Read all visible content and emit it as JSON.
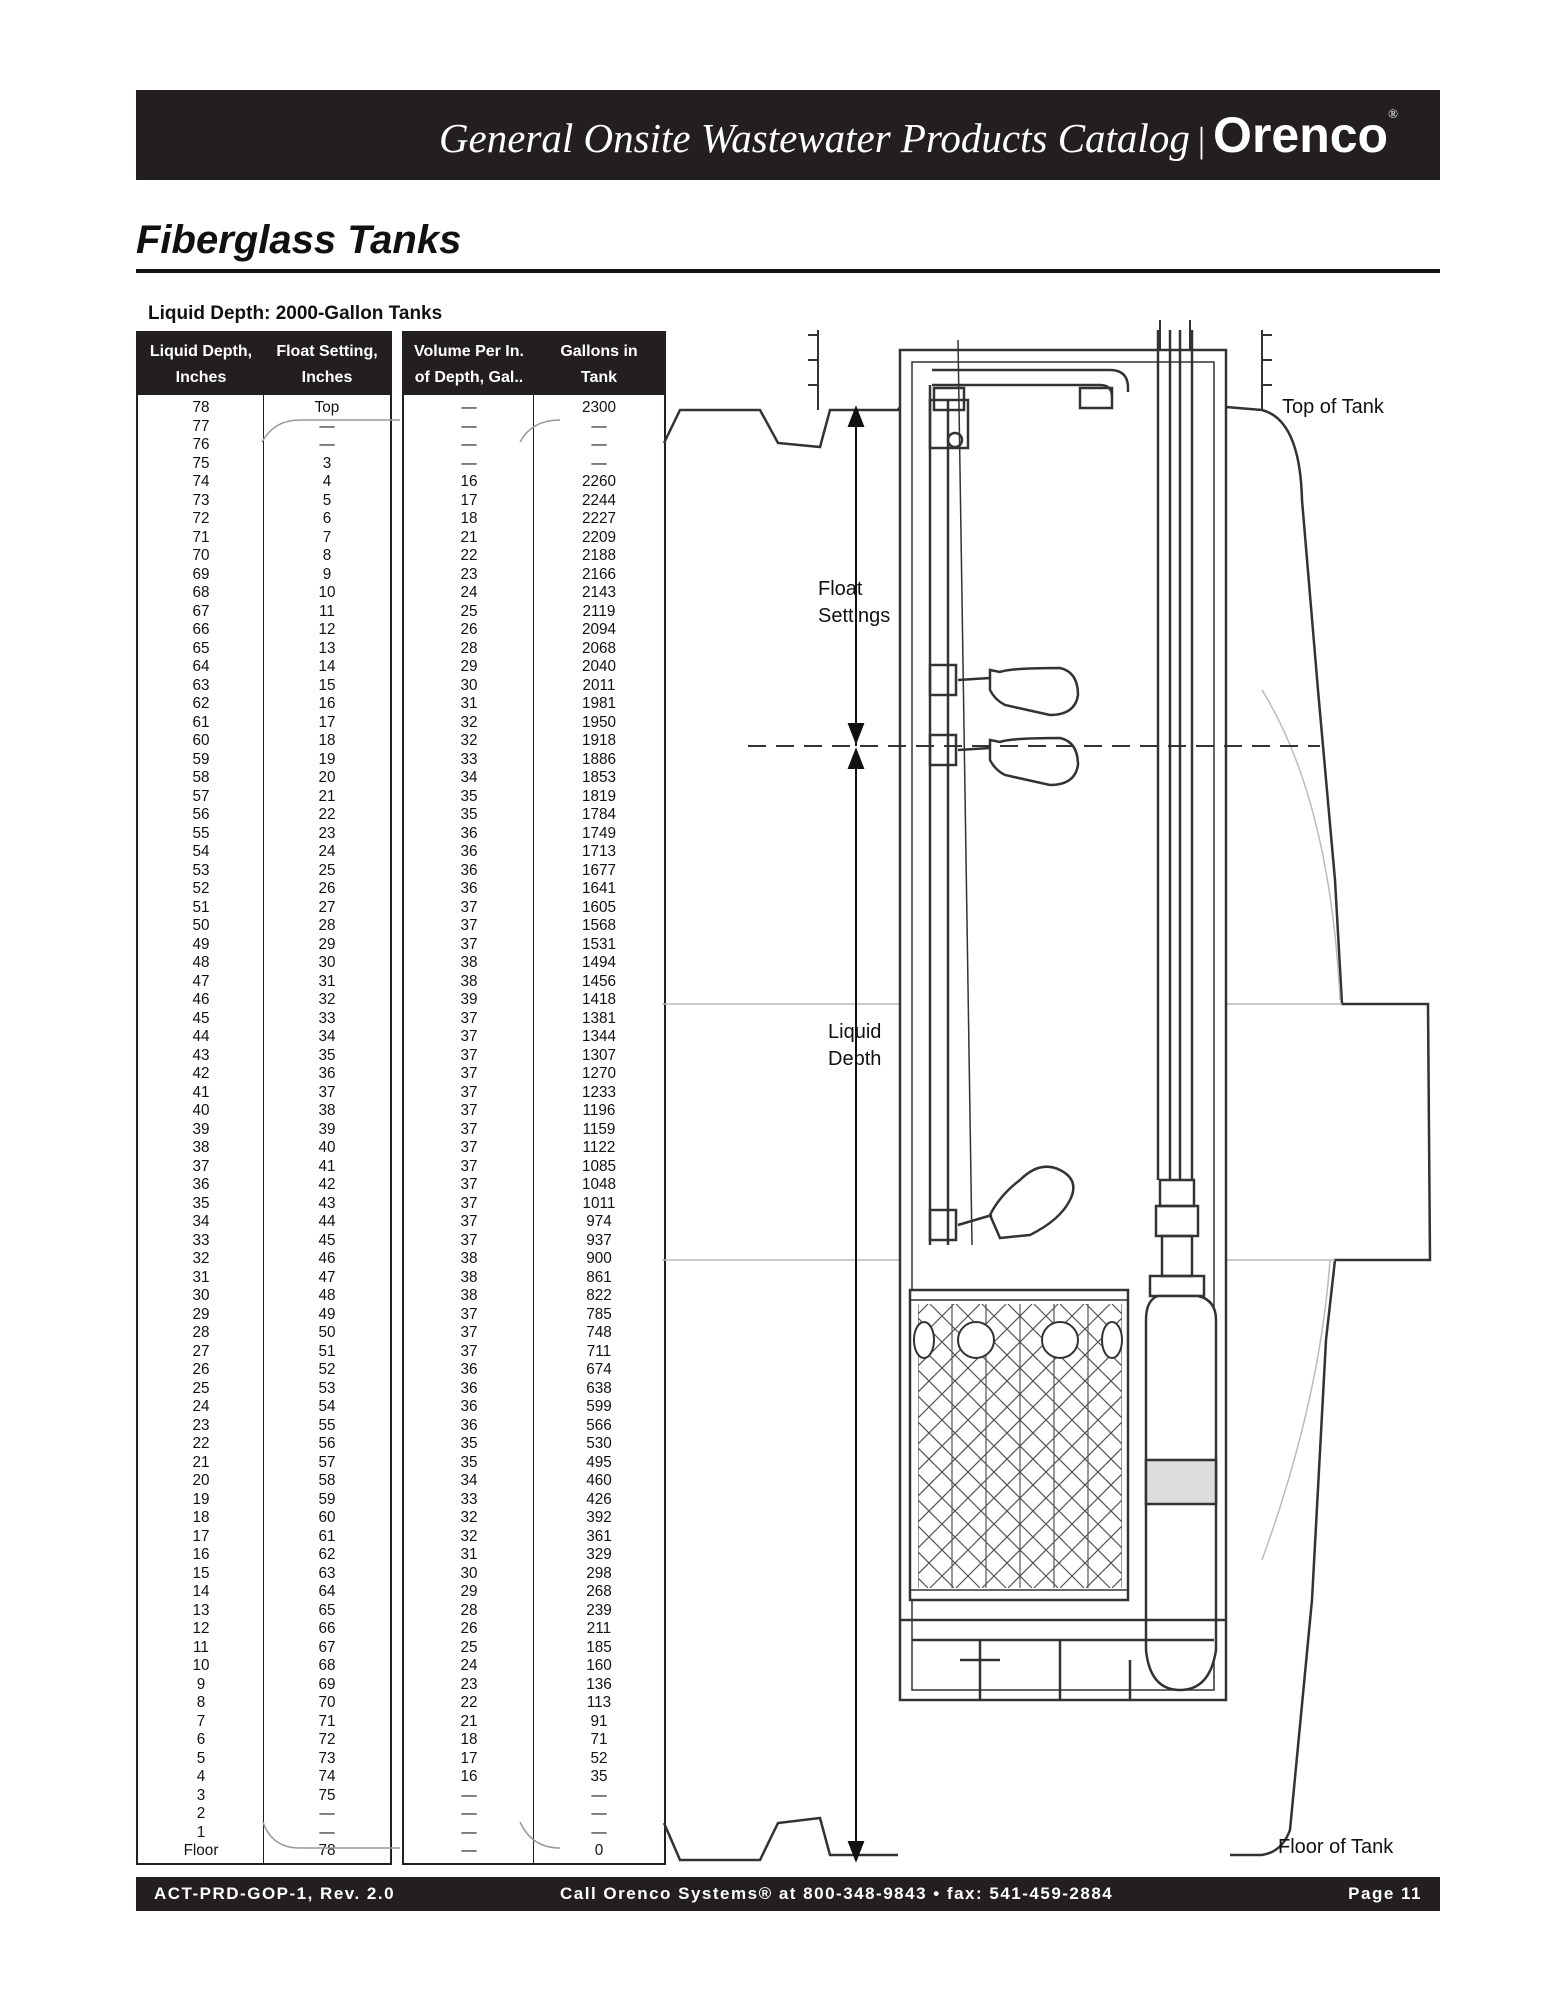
{
  "header": {
    "catalog_title": "General Onsite Wastewater Products Catalog",
    "separator": "|",
    "brand": "Orenco",
    "registered": "®"
  },
  "page_title": "Fiberglass Tanks",
  "table": {
    "caption": "Liquid Depth: 2000-Gallon Tanks",
    "headers": [
      "Liquid Depth,\nInches",
      "Float Setting,\nInches",
      "Volume Per In.\nof Depth, Gal..",
      "Gallons in\nTank"
    ],
    "liquid_depth": [
      "78",
      "77",
      "76",
      "75",
      "74",
      "73",
      "72",
      "71",
      "70",
      "69",
      "68",
      "67",
      "66",
      "65",
      "64",
      "63",
      "62",
      "61",
      "60",
      "59",
      "58",
      "57",
      "56",
      "55",
      "54",
      "53",
      "52",
      "51",
      "50",
      "49",
      "48",
      "47",
      "46",
      "45",
      "44",
      "43",
      "42",
      "41",
      "40",
      "39",
      "38",
      "37",
      "36",
      "35",
      "34",
      "33",
      "32",
      "31",
      "30",
      "29",
      "28",
      "27",
      "26",
      "25",
      "24",
      "23",
      "22",
      "21",
      "20",
      "19",
      "18",
      "17",
      "16",
      "15",
      "14",
      "13",
      "12",
      "11",
      "10",
      "9",
      "8",
      "7",
      "6",
      "5",
      "4",
      "3",
      "2",
      "1",
      "Floor"
    ],
    "float_setting": [
      "Top",
      "—",
      "—",
      "3",
      "4",
      "5",
      "6",
      "7",
      "8",
      "9",
      "10",
      "11",
      "12",
      "13",
      "14",
      "15",
      "16",
      "17",
      "18",
      "19",
      "20",
      "21",
      "22",
      "23",
      "24",
      "25",
      "26",
      "27",
      "28",
      "29",
      "30",
      "31",
      "32",
      "33",
      "34",
      "35",
      "36",
      "37",
      "38",
      "39",
      "40",
      "41",
      "42",
      "43",
      "44",
      "45",
      "46",
      "47",
      "48",
      "49",
      "50",
      "51",
      "52",
      "53",
      "54",
      "55",
      "56",
      "57",
      "58",
      "59",
      "60",
      "61",
      "62",
      "63",
      "64",
      "65",
      "66",
      "67",
      "68",
      "69",
      "70",
      "71",
      "72",
      "73",
      "74",
      "75",
      "—",
      "—",
      "78"
    ],
    "volume_per_inch": [
      "—",
      "—",
      "—",
      "—",
      "16",
      "17",
      "18",
      "21",
      "22",
      "23",
      "24",
      "25",
      "26",
      "28",
      "29",
      "30",
      "31",
      "32",
      "32",
      "33",
      "34",
      "35",
      "35",
      "36",
      "36",
      "36",
      "36",
      "37",
      "37",
      "37",
      "38",
      "38",
      "39",
      "37",
      "37",
      "37",
      "37",
      "37",
      "37",
      "37",
      "37",
      "37",
      "37",
      "37",
      "37",
      "37",
      "38",
      "38",
      "38",
      "37",
      "37",
      "37",
      "36",
      "36",
      "36",
      "36",
      "35",
      "35",
      "34",
      "33",
      "32",
      "32",
      "31",
      "30",
      "29",
      "28",
      "26",
      "25",
      "24",
      "23",
      "22",
      "21",
      "18",
      "17",
      "16",
      "—",
      "—",
      "—",
      "—"
    ],
    "gallons_in_tank": [
      "2300",
      "—",
      "—",
      "—",
      "2260",
      "2244",
      "2227",
      "2209",
      "2188",
      "2166",
      "2143",
      "2119",
      "2094",
      "2068",
      "2040",
      "2011",
      "1981",
      "1950",
      "1918",
      "1886",
      "1853",
      "1819",
      "1784",
      "1749",
      "1713",
      "1677",
      "1641",
      "1605",
      "1568",
      "1531",
      "1494",
      "1456",
      "1418",
      "1381",
      "1344",
      "1307",
      "1270",
      "1233",
      "1196",
      "1159",
      "1122",
      "1085",
      "1048",
      "1011",
      "974",
      "937",
      "900",
      "861",
      "822",
      "785",
      "748",
      "711",
      "674",
      "638",
      "599",
      "566",
      "530",
      "495",
      "460",
      "426",
      "392",
      "361",
      "329",
      "298",
      "268",
      "239",
      "211",
      "185",
      "160",
      "136",
      "113",
      "91",
      "71",
      "52",
      "35",
      "—",
      "—",
      "—",
      "0"
    ]
  },
  "diagram": {
    "top_of_tank": "Top of Tank",
    "float_settings": "Float\nSettings",
    "liquid_depth": "Liquid\nDepth",
    "floor_of_tank": "Floor of Tank"
  },
  "footer": {
    "doc_id": "ACT-PRD-GOP-1, Rev. 2.0",
    "contact": "Call Orenco Systems® at 800-348-9843 • fax: 541-459-2884",
    "page": "Page 11"
  }
}
